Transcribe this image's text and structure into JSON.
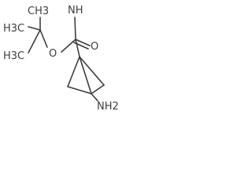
{
  "molecule": {
    "atoms": {
      "methyl_left_top": "H3C",
      "methyl_left_bottom": "H3C",
      "methyl_top": "CH3",
      "ether_oxygen": "O",
      "carbonyl_oxygen": "O",
      "amide_nh": "NH",
      "amine": "NH2"
    }
  },
  "colors": {
    "bond": "#3d3d3d",
    "text": "#3d3d3d",
    "background": "#ffffff"
  }
}
